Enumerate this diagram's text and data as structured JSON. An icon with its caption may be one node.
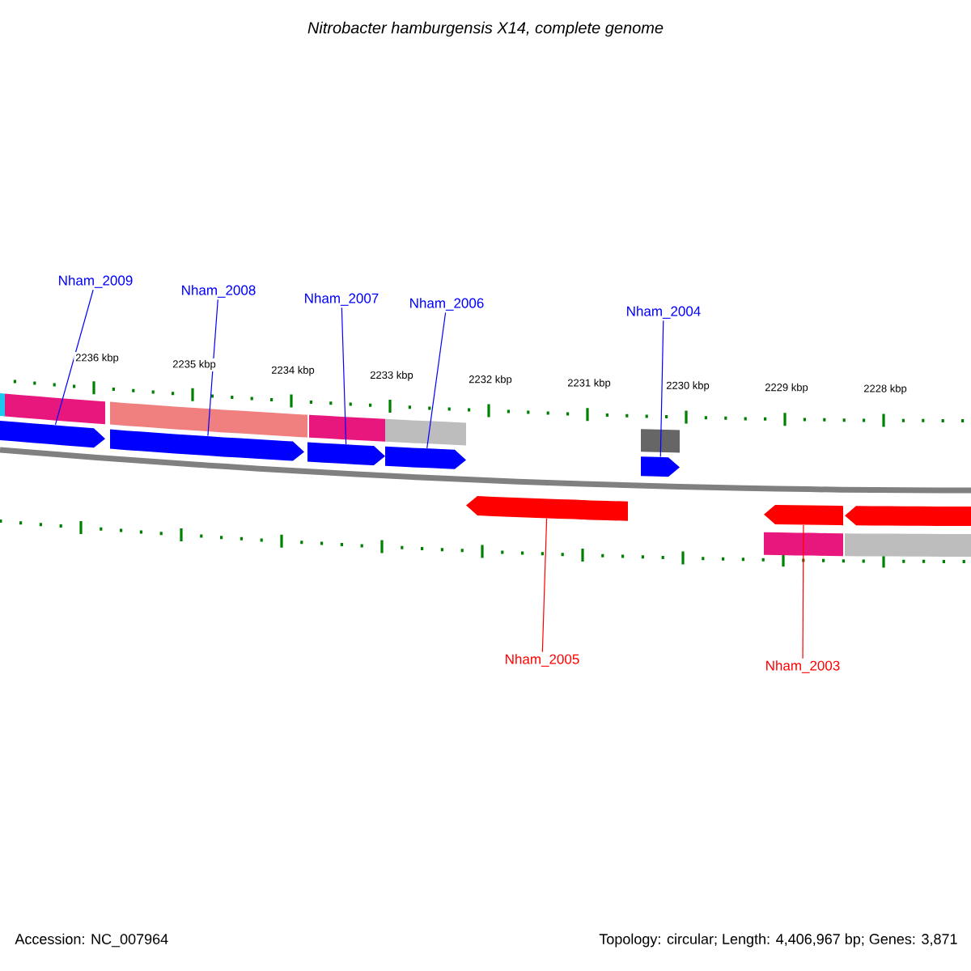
{
  "diagram": {
    "title": "Nitrobacter hamburgensis X14, complete genome",
    "nodes": [
      {
        "text": [
          "Nham_2009"
        ]
      },
      {
        "text": [
          "Nham_2008"
        ]
      },
      {
        "text": [
          "Nham_2007"
        ]
      },
      {
        "text": [
          "Nham_2006"
        ]
      },
      {
        "text": [
          "Nham_2004"
        ]
      },
      {
        "text": [],
        "shape": "arrow"
      },
      {
        "text": [],
        "shape": "arrow"
      },
      {
        "text": [],
        "shape": "arrow"
      },
      {
        "text": [],
        "shape": "arrow"
      },
      {
        "text": [],
        "shape": "arrow"
      },
      {
        "text": [],
        "shape": "arrow"
      },
      {
        "text": [],
        "shape": "arrow"
      },
      {
        "text": [],
        "shape": "arrow"
      },
      {
        "text": [
          "Nham_2005"
        ]
      },
      {
        "text": [
          "Nham_2003"
        ]
      },
      {
        "text": [],
        "shape": "bar"
      },
      {
        "text": [],
        "shape": "bar"
      },
      {
        "text": [],
        "shape": "bar"
      },
      {
        "text": [],
        "shape": "bar"
      },
      {
        "text": [],
        "shape": "bar"
      },
      {
        "text": [],
        "shape": "bar"
      },
      {
        "text": [],
        "shape": "bar"
      },
      {
        "text": [],
        "shape": "bar"
      }
    ],
    "edges": [
      {
        "from": 0,
        "to": 5,
        "arrow": "none"
      },
      {
        "from": 1,
        "to": 6,
        "arrow": "none"
      },
      {
        "from": 2,
        "to": 7,
        "arrow": "none"
      },
      {
        "from": 3,
        "to": 8,
        "arrow": "none"
      },
      {
        "from": 4,
        "to": 9,
        "arrow": "none"
      },
      {
        "from": 13,
        "to": 10,
        "arrow": "none",
        "color": "#ff0000"
      },
      {
        "from": 14,
        "to": 11,
        "arrow": "none",
        "color": "#ff0000"
      }
    ],
    "labels": [
      "2236 kbp",
      "2235 kbp",
      "2234 kbp",
      "2233 kbp",
      "2232 kbp",
      "2231 kbp",
      "2230 kbp",
      "2229 kbp",
      "2228 kbp",
      "Accession: NC_007964",
      "Topology: circular; Length: 4,406,967 bp; Genes: 3,871"
    ]
  }
}
